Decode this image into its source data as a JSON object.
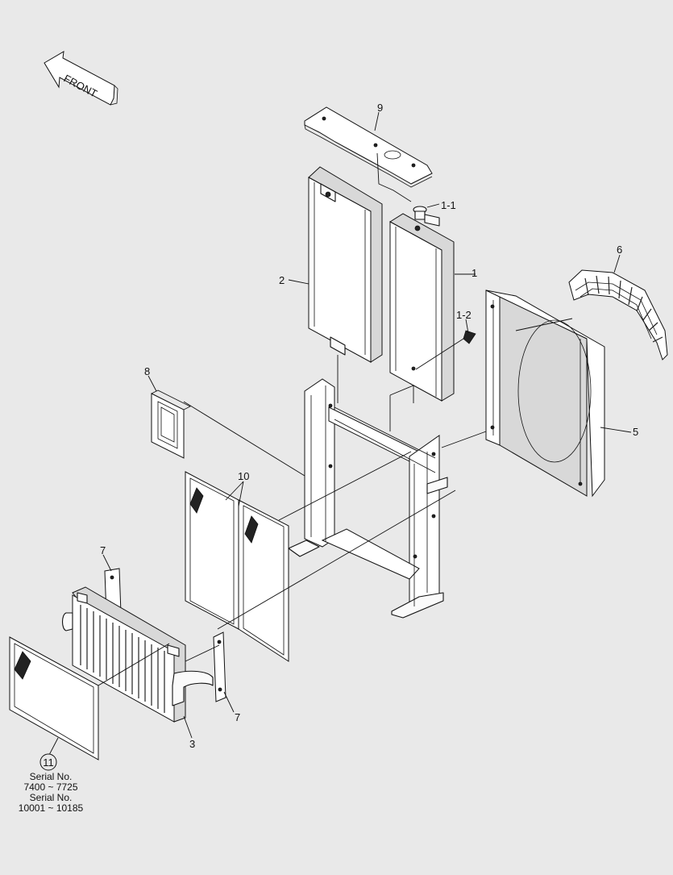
{
  "front_arrow": {
    "label": "FRONT"
  },
  "callouts": {
    "p1": "1",
    "p1_1": "1-1",
    "p1_2": "1-2",
    "p2": "2",
    "p3": "3",
    "p5": "5",
    "p6": "6",
    "p7a": "7",
    "p7b": "7",
    "p8": "8",
    "p9": "9",
    "p10": "10",
    "p11": "11"
  },
  "serial_note": {
    "line1": "Serial No.",
    "line2": "7400 ~ 7725",
    "line3": "Serial No.",
    "line4": "10001 ~ 10185"
  }
}
